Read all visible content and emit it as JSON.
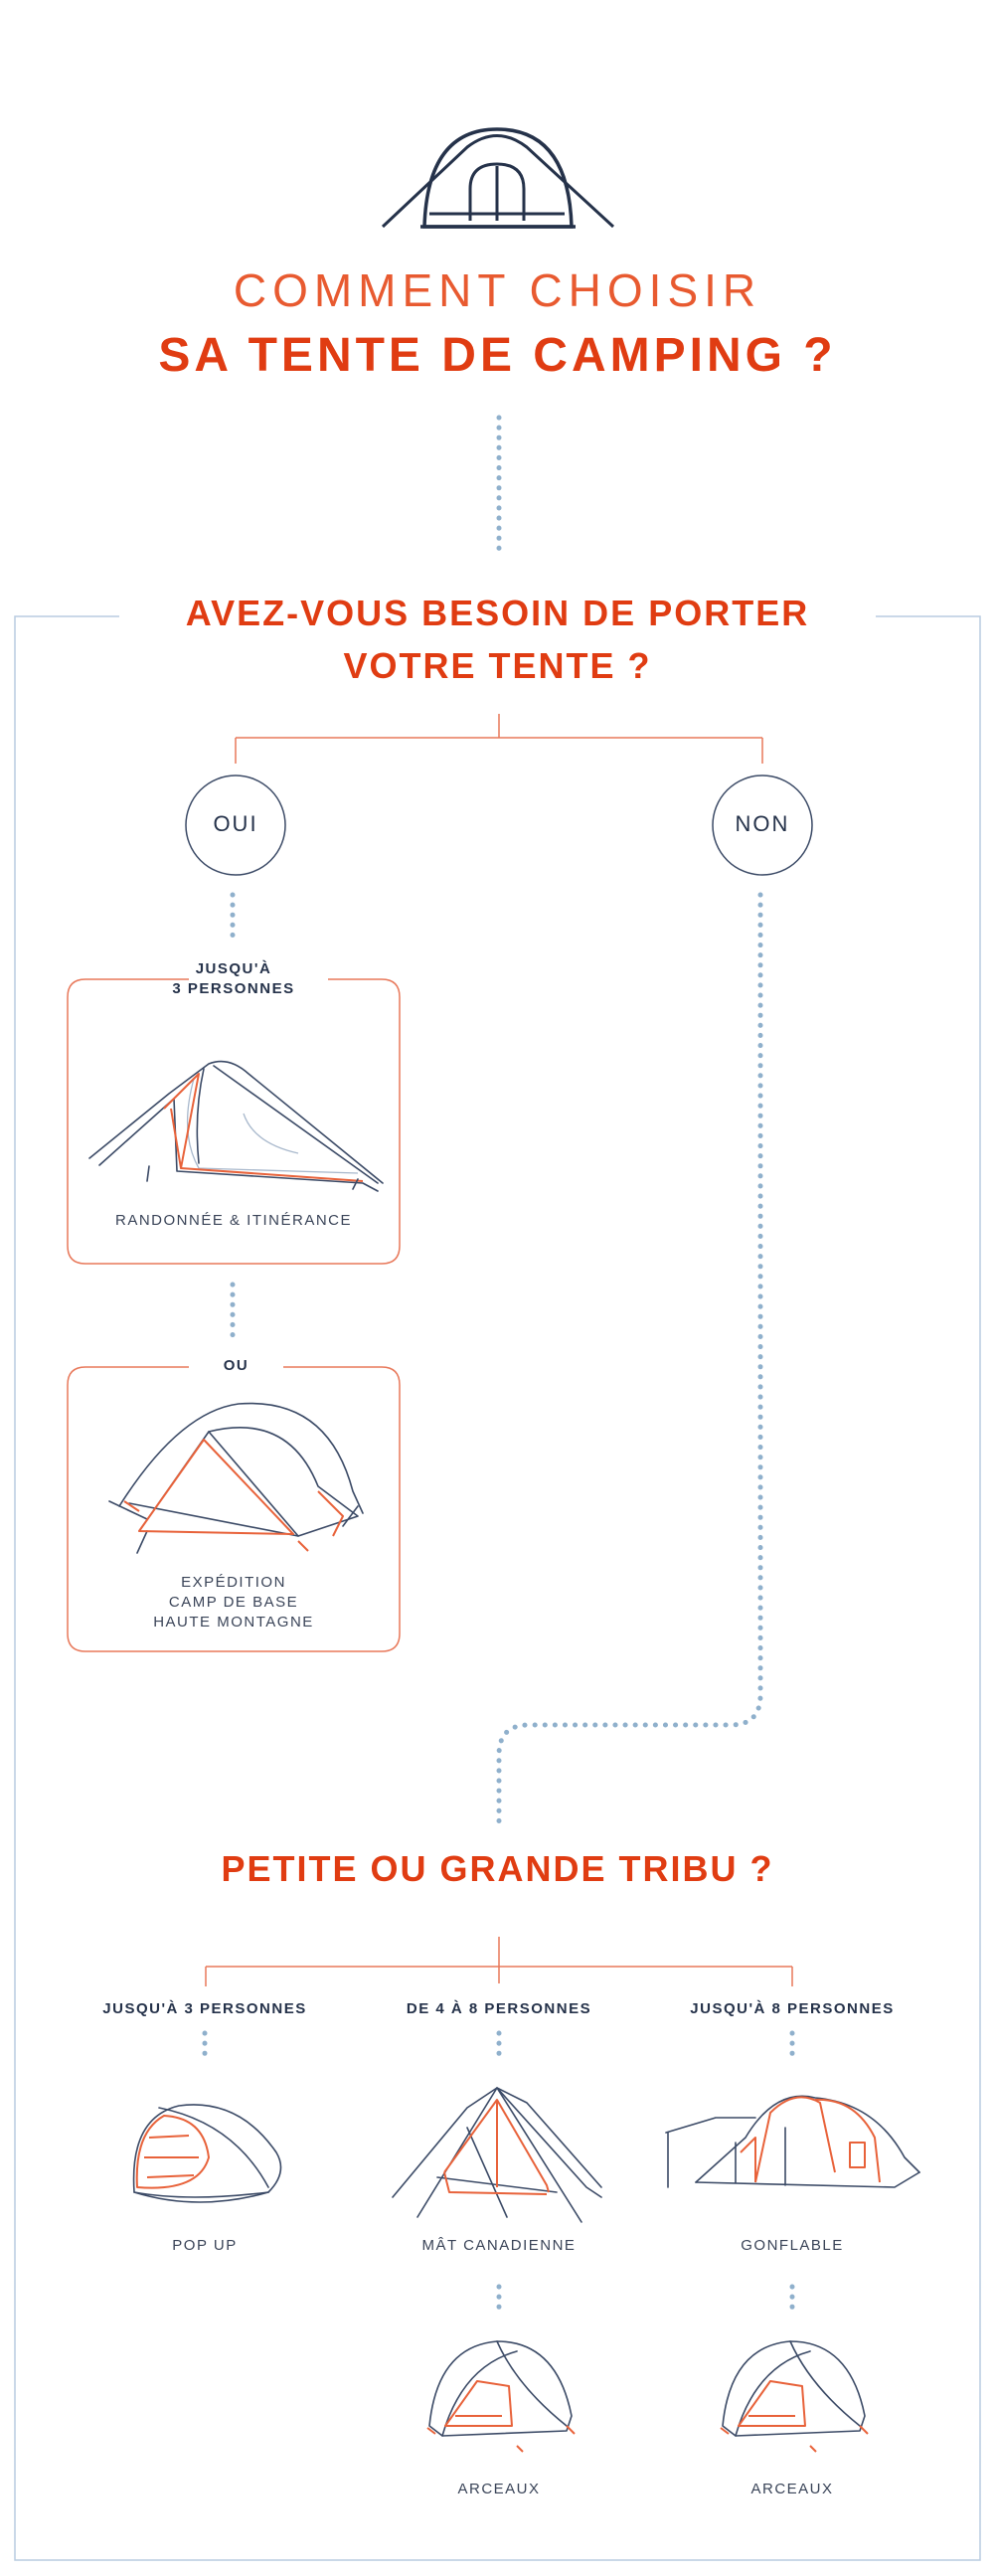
{
  "header": {
    "title_line1": "COMMENT CHOISIR",
    "title_line2": "SA TENTE DE CAMPING ?"
  },
  "question1": {
    "line1": "AVEZ-VOUS BESOIN DE PORTER",
    "line2": "VOTRE TENTE ?",
    "yes": "OUI",
    "no": "NON"
  },
  "carry": {
    "box1_heading_line1": "JUSQU'À",
    "box1_heading_line2": "3 PERSONNES",
    "box1_label": "RANDONNÉE & ITINÉRANCE",
    "or_label": "OU",
    "box2_label_line1": "EXPÉDITION",
    "box2_label_line2": "CAMP DE BASE",
    "box2_label_line3": "HAUTE MONTAGNE"
  },
  "question2": {
    "title": "PETITE OU GRANDE TRIBU ?",
    "columns": [
      {
        "heading": "JUSQU'À 3 PERSONNES",
        "tent": "POP UP"
      },
      {
        "heading": "DE 4 À 8 PERSONNES",
        "tent": "MÂT CANADIENNE",
        "alt": "ARCEAUX"
      },
      {
        "heading": "JUSQU'À 8 PERSONNES",
        "tent": "GONFLABLE",
        "alt": "ARCEAUX"
      }
    ]
  },
  "colors": {
    "accent": "#e03c12",
    "line": "#e8785a",
    "navy": "#25324a",
    "dots": "#8fb0cc",
    "frame": "#b8cce0"
  }
}
